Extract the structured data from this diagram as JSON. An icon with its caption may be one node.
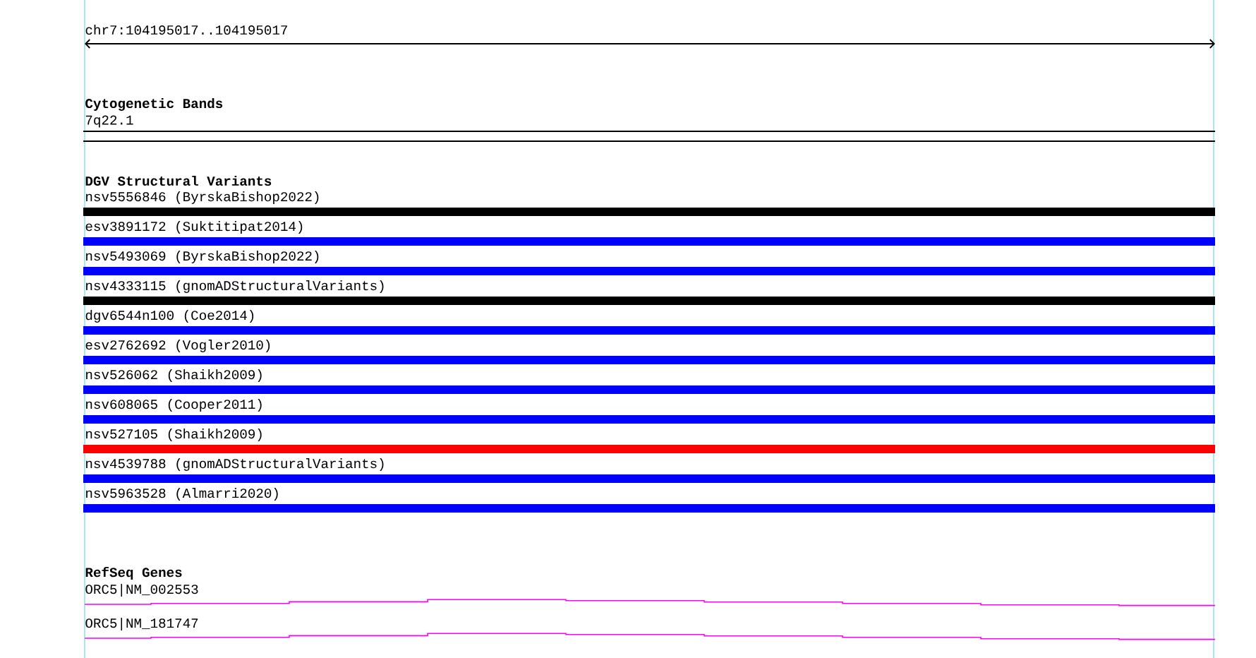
{
  "diagram": {
    "nodes": [
      {
        "text": [
          "7q22.1"
        ]
      },
      {
        "text": [
          "nsv5556846 (ByrskaBishop2022)"
        ]
      },
      {
        "text": [
          "esv3891172 (Suktitipat2014)"
        ]
      },
      {
        "text": [
          "nsv5493069 (ByrskaBishop2022)"
        ]
      },
      {
        "text": [
          "nsv4333115 (gnomADStructuralVariants)"
        ]
      },
      {
        "text": [
          "dgv6544n100 (Coe2014)"
        ]
      },
      {
        "text": [
          "esv2762692 (Vogler2010)"
        ]
      },
      {
        "text": [
          "nsv526062 (Shaikh2009)"
        ]
      },
      {
        "text": [
          "nsv608065 (Cooper2011)"
        ]
      },
      {
        "text": [
          "nsv527105 (Shaikh2009)"
        ]
      },
      {
        "text": [
          "nsv4539788 (gnomADStructuralVariants)"
        ]
      },
      {
        "text": [
          "nsv5963528 (Almarri2020)"
        ]
      },
      {
        "text": [
          "ORC5|NM_002553"
        ]
      },
      {
        "text": [
          "ORC5|NM_181747"
        ]
      }
    ],
    "labels": [
      "chr7:104195017..104195017",
      "Cytogenetic Bands",
      "DGV Structural Variants",
      "RefSeq Genes"
    ]
  }
}
